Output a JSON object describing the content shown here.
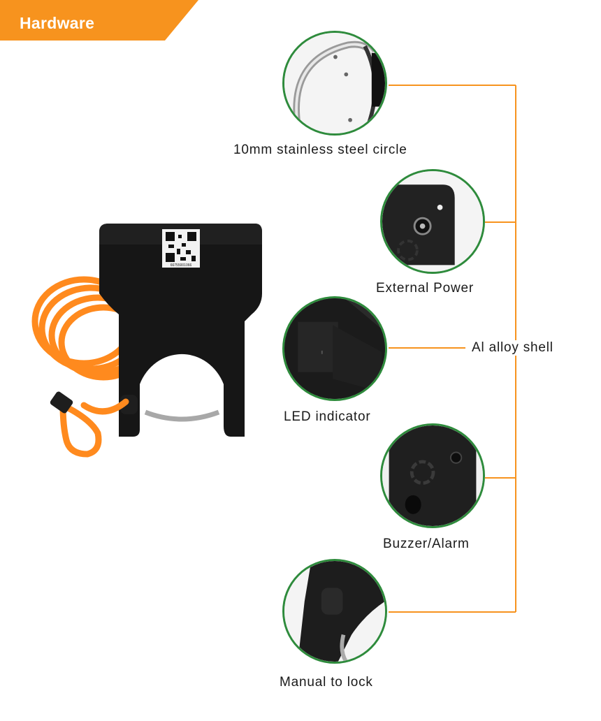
{
  "banner": {
    "title": "Hardware",
    "color": "#f7931e"
  },
  "accent": {
    "ring": "#2e8b3c",
    "connector": "#f7931e",
    "cable": "#ff8a1e"
  },
  "product": {
    "qr_code_text": "66755001066"
  },
  "features": [
    {
      "id": "steel-circle",
      "label": "10mm stainless steel circle"
    },
    {
      "id": "external-power",
      "label": "External Power"
    },
    {
      "id": "led-indicator",
      "label": "LED indicator"
    },
    {
      "id": "buzzer",
      "label": "Buzzer/Alarm"
    },
    {
      "id": "manual-lock",
      "label": "Manual to lock"
    }
  ],
  "shell": {
    "label": "Al alloy shell"
  }
}
